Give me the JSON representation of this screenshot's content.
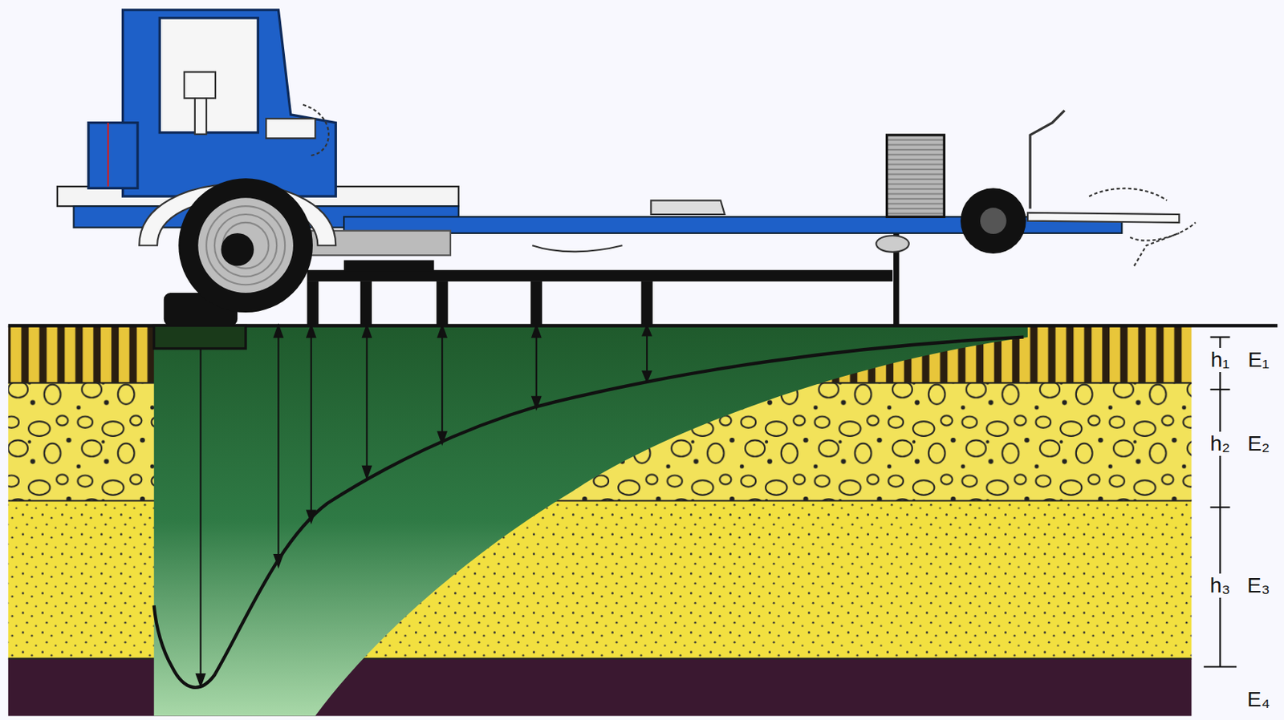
{
  "diagram": {
    "labels": [
      "h₁",
      "E₁",
      "h₂",
      "E₂",
      "h₃",
      "E₃",
      "E₄"
    ]
  }
}
